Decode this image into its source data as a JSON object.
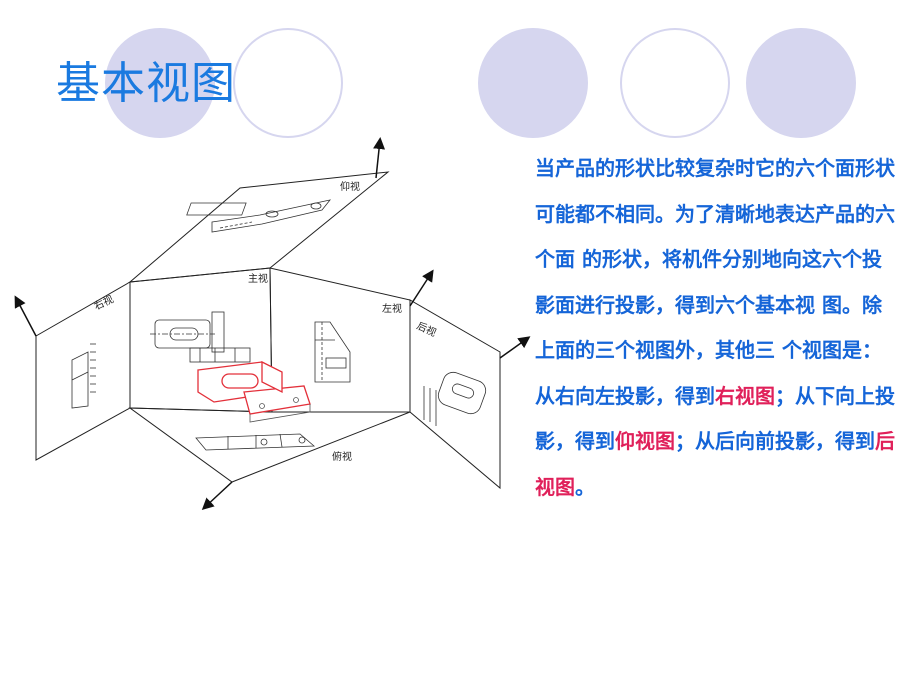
{
  "slide": {
    "title": "基本视图",
    "colors": {
      "title": "#1a7ae0",
      "body_text": "#1565d8",
      "highlight": "#e0205a",
      "decor_circle_fill": "#d6d6ef",
      "decor_circle_outline": "#d6d6ef"
    }
  },
  "figure": {
    "labels": {
      "top": "仰视",
      "front": "主视",
      "right_panel": "右视",
      "left_panel": "左视",
      "back": "后视",
      "bottom": "俯视"
    }
  },
  "body": {
    "seg1": "当产品的形状比较复杂时它的六个面形状可能都不相同。为了清晰地表达产品的六个面 的形状，将机件分别地向这六个投影面进行投影，得到六个基本视 图。除上面的三个视图外，其他三 个视图是：从右向左投影，得到",
    "hl1": "右视图",
    "seg2": "；从下向上投影，得到",
    "hl2": "仰视图",
    "seg3": "；从后向前投影，得到",
    "hl3": "后视图",
    "seg4": "。"
  }
}
